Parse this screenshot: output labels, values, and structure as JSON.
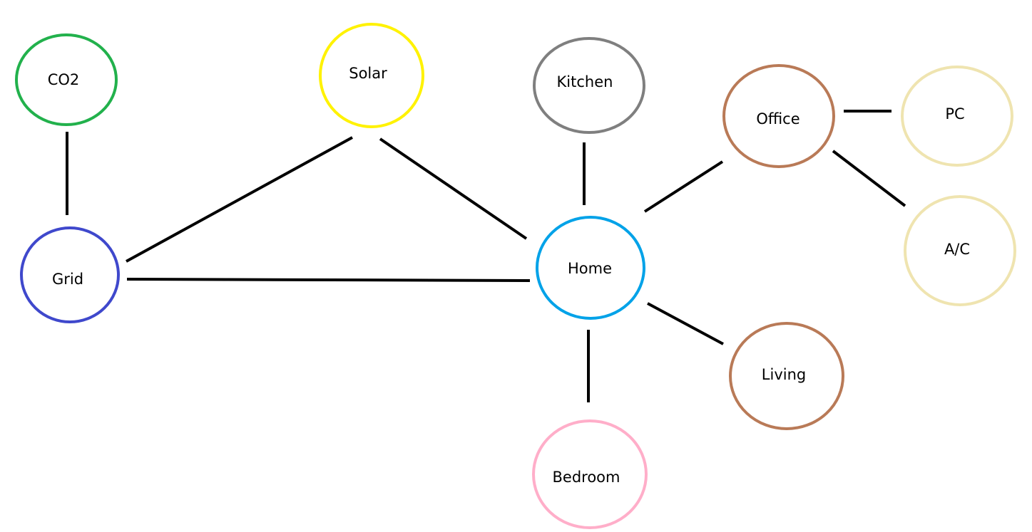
{
  "nodes": {
    "co2": {
      "label": "CO2",
      "color": "#22b14c"
    },
    "solar": {
      "label": "Solar",
      "color": "#fff200"
    },
    "kitchen": {
      "label": "Kitchen",
      "color": "#7f7f7f"
    },
    "office": {
      "label": "Office",
      "color": "#b97a57"
    },
    "pc": {
      "label": "PC",
      "color": "#efe4b0"
    },
    "grid": {
      "label": "Grid",
      "color": "#3f48cc"
    },
    "home": {
      "label": "Home",
      "color": "#00a2e8"
    },
    "ac": {
      "label": "A/C",
      "color": "#efe4b0"
    },
    "living": {
      "label": "Living",
      "color": "#b97a57"
    },
    "bedroom": {
      "label": "Bedroom",
      "color": "#ffaec9"
    }
  },
  "edges": [
    {
      "from": "co2",
      "to": "grid"
    },
    {
      "from": "grid",
      "to": "solar"
    },
    {
      "from": "grid",
      "to": "home"
    },
    {
      "from": "solar",
      "to": "home"
    },
    {
      "from": "kitchen",
      "to": "home"
    },
    {
      "from": "home",
      "to": "office"
    },
    {
      "from": "office",
      "to": "pc"
    },
    {
      "from": "office",
      "to": "ac"
    },
    {
      "from": "home",
      "to": "living"
    },
    {
      "from": "home",
      "to": "bedroom"
    }
  ]
}
